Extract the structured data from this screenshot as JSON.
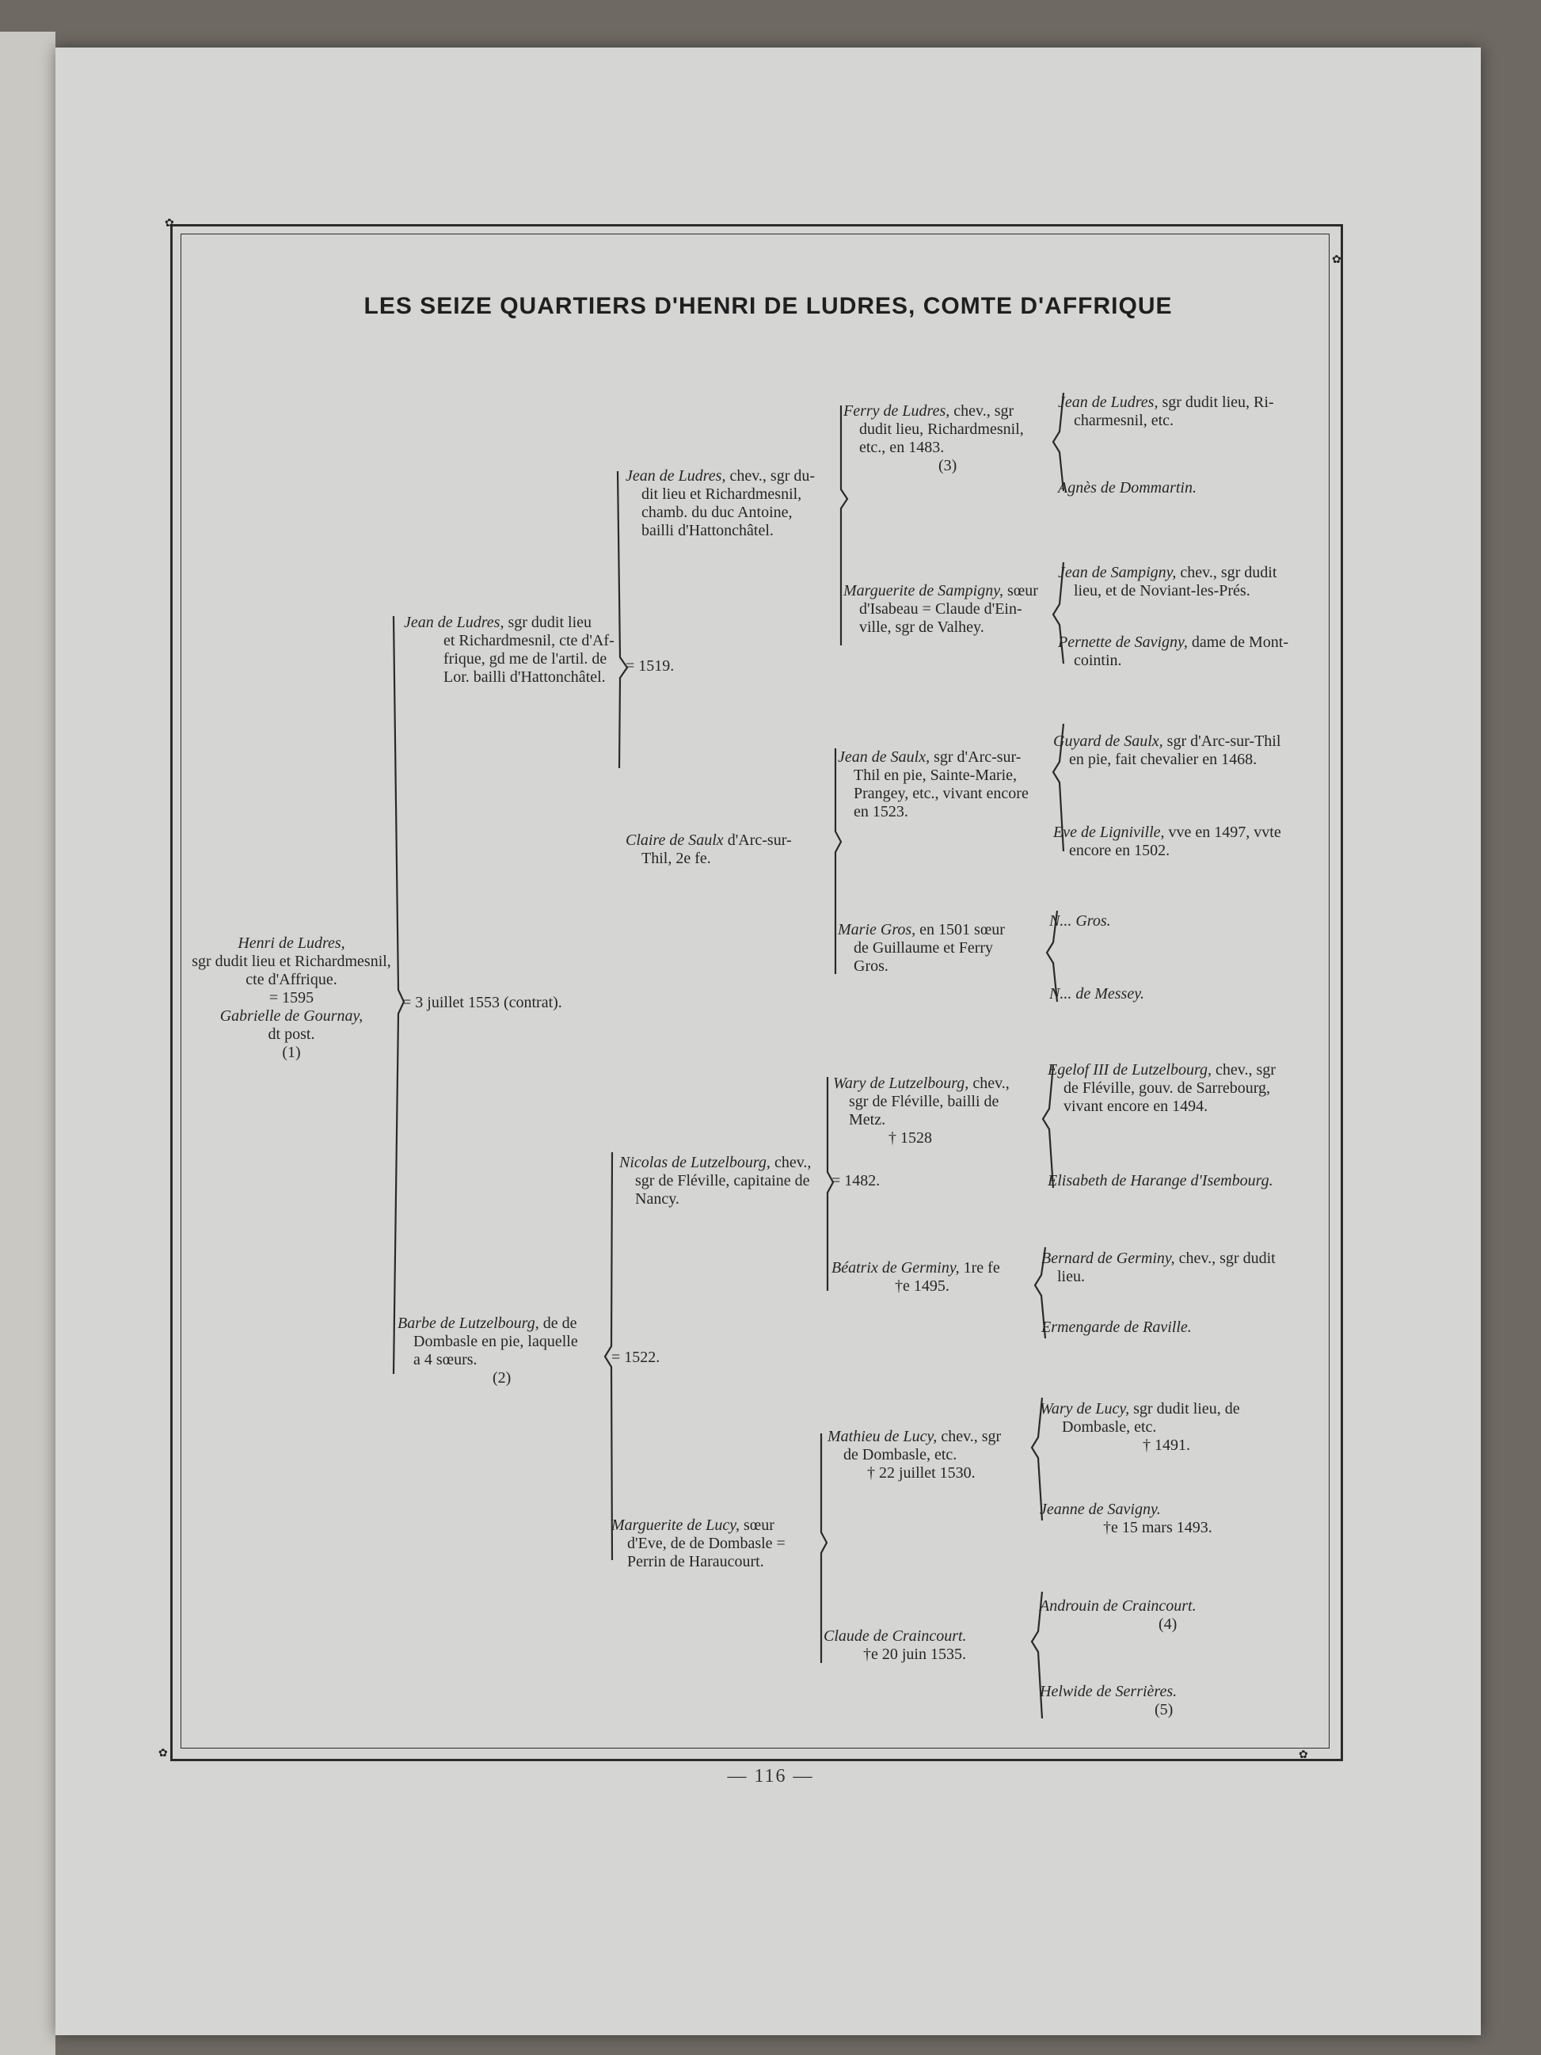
{
  "title": "LES SEIZE QUARTIERS D'HENRI DE LUDRES, COMTE D'AFFRIQUE",
  "page_number": "— 116 —",
  "gen1": {
    "name": "Henri de Ludres,",
    "l1": "sgr dudit lieu et Richardmesnil,",
    "l2": "cte d'Affrique.",
    "l3": "= 1595",
    "l4": "Gabrielle de Gournay,",
    "l5": "dt post.",
    "l6": "(1)"
  },
  "marriages": {
    "m1553": "= 3 juillet 1553 (contrat).",
    "m1519": "= 1519.",
    "m1522": "= 1522.",
    "m1482": "= 1482."
  },
  "gen2": {
    "jean": {
      "name": "Jean de Ludres,",
      "l1": " sgr dudit lieu",
      "l2": "et Richardmesnil, cte d'Af-",
      "l3": "frique, gd me de l'artil. de",
      "l4": "Lor. bailli d'Hattonchâtel."
    },
    "barbe": {
      "name": "Barbe de Lutzelbourg,",
      "l1": " de de",
      "l2": "Dombasle en pie, laquelle",
      "l3": "a 4 sœurs.",
      "l4": "(2)"
    }
  },
  "gen3": {
    "jean": {
      "name": "Jean de Ludres,",
      "l1": " chev., sgr du-",
      "l2": "dit lieu et Richardmesnil,",
      "l3": "chamb. du duc Antoine,",
      "l4": "bailli d'Hattonchâtel."
    },
    "claire": {
      "name": "Claire de Saulx",
      "l1": " d'Arc-sur-",
      "l2": "Thil, 2e fe."
    },
    "nicolas": {
      "name": "Nicolas de Lutzelbourg,",
      "l1": " chev.,",
      "l2": "sgr de Fléville, capitaine de",
      "l3": "Nancy."
    },
    "marguerite": {
      "name": "Marguerite de Lucy,",
      "l1": " sœur",
      "l2": "d'Eve, de de Dombasle =",
      "l3": "Perrin de Haraucourt."
    }
  },
  "gen4": {
    "ferry": {
      "name": "Ferry de Ludres,",
      "l1": " chev., sgr",
      "l2": "dudit lieu, Richardmesnil,",
      "l3": "etc., en 1483.",
      "l4": "(3)"
    },
    "marguerite_s": {
      "name": "Marguerite de Sampigny,",
      "l1": " sœur",
      "l2": "d'Isabeau = Claude d'Ein-",
      "l3": "ville, sgr de Valhey."
    },
    "jean_saulx": {
      "name": "Jean de Saulx,",
      "l1": " sgr d'Arc-sur-",
      "l2": "Thil en pie, Sainte-Marie,",
      "l3": "Prangey, etc., vivant encore",
      "l4": "en 1523."
    },
    "marie": {
      "name": "Marie Gros,",
      "l1": " en 1501 sœur",
      "l2": "de Guillaume et Ferry",
      "l3": "Gros."
    },
    "wary_l": {
      "name": "Wary de Lutzelbourg,",
      "l1": " chev.,",
      "l2": "sgr de Fléville, bailli de",
      "l3": "Metz.",
      "l4": "† 1528"
    },
    "beatrix": {
      "name": "Béatrix de Germiny,",
      "l1": " 1re fe",
      "l2": "†e 1495."
    },
    "mathieu": {
      "name": "Mathieu de Lucy,",
      "l1": " chev., sgr",
      "l2": "de Dombasle, etc.",
      "l3": "† 22 juillet 1530."
    },
    "claude": {
      "name": "Claude de Craincourt.",
      "l1": "†e 20 juin 1535."
    }
  },
  "gen5": {
    "jean_l": {
      "name": "Jean de Ludres,",
      "l1": " sgr dudit lieu, Ri-",
      "l2": "charmesnil, etc."
    },
    "agnes": {
      "name": "Agnès de Dommartin."
    },
    "jean_s": {
      "name": "Jean de Sampigny,",
      "l1": " chev., sgr dudit",
      "l2": "lieu, et de Noviant-les-Prés."
    },
    "pernette": {
      "name": "Pernette de Savigny,",
      "l1": " dame de Mont-",
      "l2": "cointin."
    },
    "guyard": {
      "name": "Guyard de Saulx,",
      "l1": " sgr d'Arc-sur-Thil",
      "l2": "en pie, fait chevalier en 1468."
    },
    "eve": {
      "name": "Eve de Ligniville,",
      "l1": " vve en 1497, vvte",
      "l2": "encore en 1502."
    },
    "n_gros": {
      "name": "N... Gros."
    },
    "n_messey": {
      "name": "N... de Messey."
    },
    "egelof": {
      "name": "Egelof III de Lutzelbourg,",
      "l1": " chev., sgr",
      "l2": "de Fléville, gouv. de Sarrebourg,",
      "l3": "vivant encore en 1494."
    },
    "elisabeth": {
      "name": "Elisabeth de Harange d'Isembourg."
    },
    "bernard": {
      "name": "Bernard de Germiny,",
      "l1": " chev., sgr dudit",
      "l2": "lieu."
    },
    "ermengarde": {
      "name": "Ermengarde de Raville."
    },
    "wary_lucy": {
      "name": "Wary de Lucy,",
      "l1": " sgr dudit lieu, de",
      "l2": "Dombasle, etc.",
      "l3": "† 1491."
    },
    "jeanne": {
      "name": "Jeanne de Savigny.",
      "l1": "†e 15 mars 1493."
    },
    "androuin": {
      "name": "Androuin de Craincourt.",
      "l1": "(4)"
    },
    "helwide": {
      "name": "Helwide de Serrières.",
      "l1": "(5)"
    }
  }
}
